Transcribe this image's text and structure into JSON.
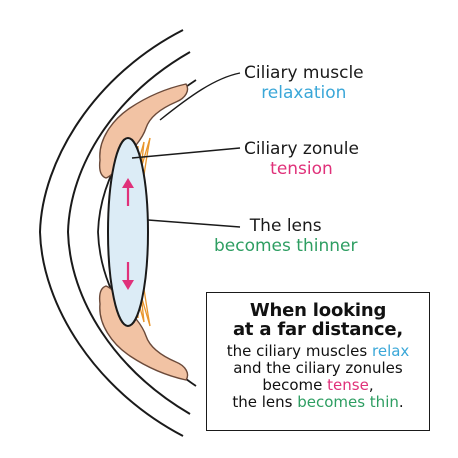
{
  "colors": {
    "relax": "#3aa7d8",
    "tension": "#e0317a",
    "thin": "#2e9e62",
    "muscle_fill": "#f2c3a4",
    "muscle_stroke": "#6b4a3a",
    "zonule": "#e8952c",
    "lens_fill": "#dcecf6",
    "arrow": "#e0317a"
  },
  "labels": {
    "ciliary_muscle": {
      "title": "Ciliary muscle",
      "state": "relaxation"
    },
    "ciliary_zonule": {
      "title": "Ciliary zonule",
      "state": "tension"
    },
    "lens": {
      "title": "The lens",
      "state": "becomes thinner"
    }
  },
  "info_box": {
    "title_line1": "When looking",
    "title_line2": "at a far distance,",
    "line1_pre": "the ciliary muscles ",
    "line1_hl": "relax",
    "line2": "and the ciliary zonules",
    "line3_pre": "become ",
    "line3_hl": "tense",
    "line3_post": ",",
    "line4_pre": "the lens ",
    "line4_hl": "becomes thin",
    "line4_post": "."
  }
}
